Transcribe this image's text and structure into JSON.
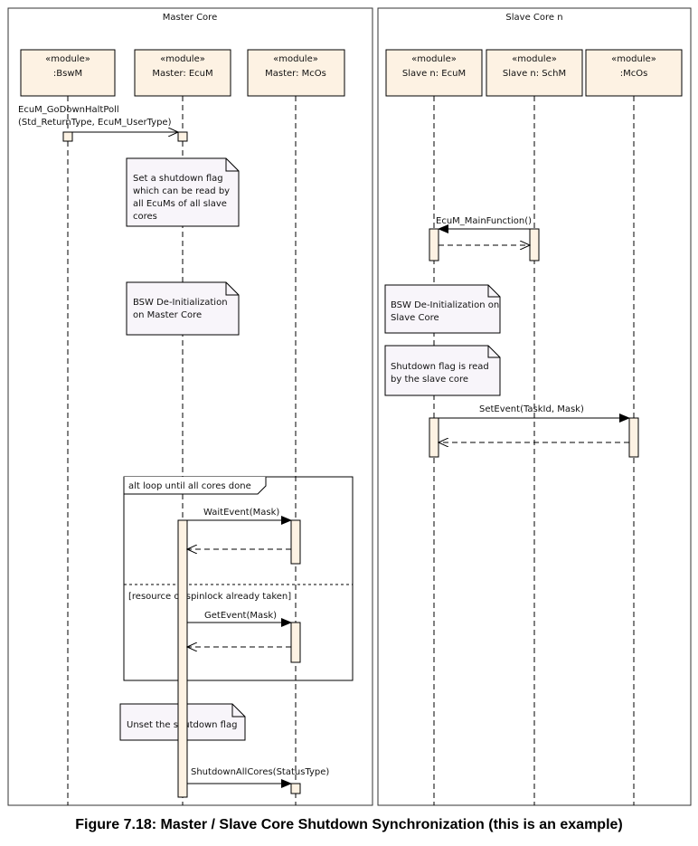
{
  "frames": {
    "master": {
      "title": "Master Core"
    },
    "slave": {
      "title": "Slave Core n"
    }
  },
  "lifelines": {
    "bswm": {
      "stereotype": "«module»",
      "name": ":BswM"
    },
    "master_ecum": {
      "stereotype": "«module»",
      "name": "Master: EcuM"
    },
    "master_mcos": {
      "stereotype": "«module»",
      "name": "Master: McOs"
    },
    "slave_ecum": {
      "stereotype": "«module»",
      "name": "Slave n: EcuM"
    },
    "slave_schm": {
      "stereotype": "«module»",
      "name": "Slave n: SchM"
    },
    "mcos": {
      "stereotype": "«module»",
      "name": ":McOs"
    }
  },
  "messages": {
    "go_down_line1": "EcuM_GoDownHaltPoll",
    "go_down_line2": "(Std_ReturnType, EcuM_UserType)",
    "main_function": "EcuM_MainFunction()",
    "set_event": "SetEvent(TaskId, Mask)",
    "wait_event": "WaitEvent(Mask)",
    "get_event": "GetEvent(Mask)",
    "shutdown_all": "ShutdownAllCores(StatusType)"
  },
  "notes": {
    "set_flag": [
      "Set a shutdown flag",
      "which can be read by",
      "all EcuMs of all slave",
      "cores"
    ],
    "bsw_master": [
      "BSW De-Initialization",
      "on Master Core"
    ],
    "bsw_slave": [
      "BSW De-Initialization on",
      "Slave Core"
    ],
    "flag_read": [
      "Shutdown flag is read",
      "by the slave core"
    ],
    "unset_flag": [
      "Unset the shutdown flag"
    ]
  },
  "fragment": {
    "header": "alt loop until all cores done",
    "guard": "[resource or spinlock already taken]"
  },
  "caption": "Figure 7.18: Master / Slave Core Shutdown Synchronization (this is an example)",
  "colors": {
    "box_fill": "#fdf2e3",
    "note_fill": "#f8f5fa",
    "line": "#000000"
  }
}
